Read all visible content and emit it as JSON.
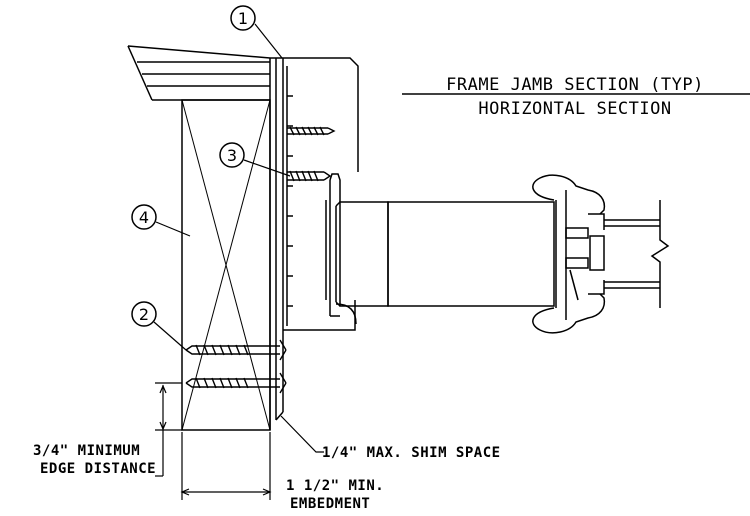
{
  "title": {
    "line1": "FRAME JAMB SECTION (TYP)",
    "line2": "HORIZONTAL SECTION"
  },
  "callouts": [
    "1",
    "2",
    "3",
    "4"
  ],
  "dimensions": {
    "edge_distance_line1": "3/4\" MINIMUM",
    "edge_distance_line2": "EDGE DISTANCE",
    "shim_space": "1/4\" MAX. SHIM SPACE",
    "embedment_line1": "1 1/2\" MIN.",
    "embedment_line2": "EMBEDMENT"
  },
  "colors": {
    "line": "#000000",
    "background": "#ffffff"
  }
}
